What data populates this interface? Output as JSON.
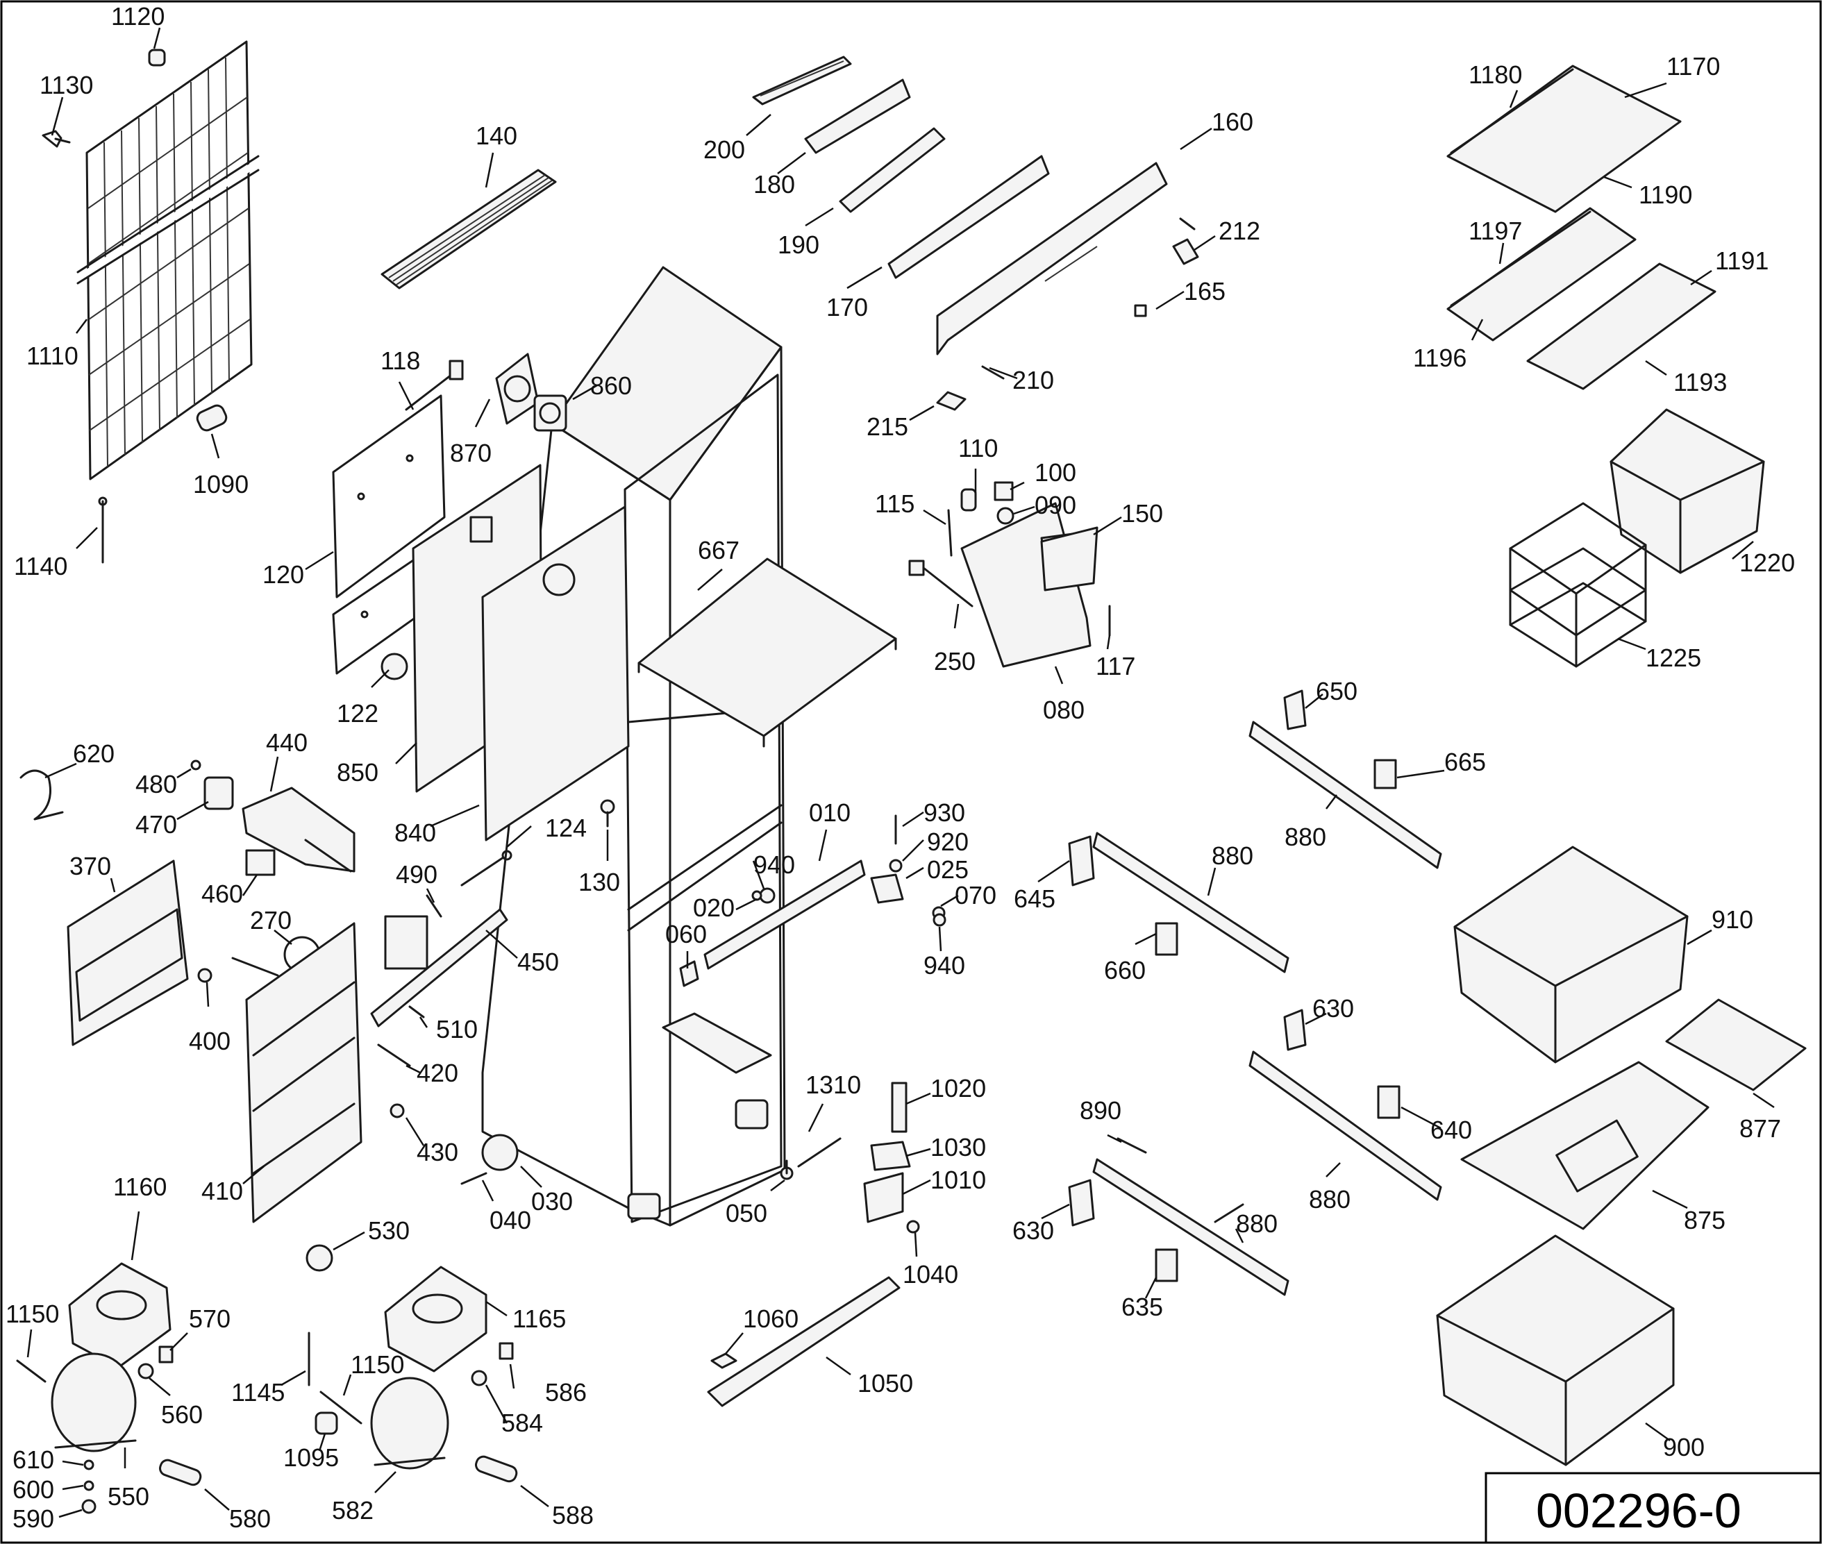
{
  "drawing": {
    "number": "002296-0"
  },
  "labels": {
    "l1120": "1120",
    "l1130": "1130",
    "l1110": "1110",
    "l1090": "1090",
    "l1140": "1140",
    "l140": "140",
    "l118": "118",
    "l870": "870",
    "l860": "860",
    "l120": "120",
    "l122": "122",
    "l850": "850",
    "l840": "840",
    "l124": "124",
    "l130": "130",
    "l667": "667",
    "l200": "200",
    "l180": "180",
    "l190": "190",
    "l170": "170",
    "l160": "160",
    "l212": "212",
    "l165": "165",
    "l210": "210",
    "l215": "215",
    "l110": "110",
    "l100": "100",
    "l090": "090",
    "l115": "115",
    "l150": "150",
    "l250": "250",
    "l117": "117",
    "l080": "080",
    "l1180": "1180",
    "l1170": "1170",
    "l1190": "1190",
    "l1197": "1197",
    "l1191": "1191",
    "l1196": "1196",
    "l1193": "1193",
    "l1220": "1220",
    "l1225": "1225",
    "l620": "620",
    "l440": "440",
    "l480": "480",
    "l470": "470",
    "l370": "370",
    "l460": "460",
    "l270": "270",
    "l400": "400",
    "l490": "490",
    "l450": "450",
    "l510": "510",
    "l420": "420",
    "l410": "410",
    "l430": "430",
    "l530": "530",
    "l040": "040",
    "l030": "030",
    "l010": "010",
    "l930": "930",
    "l920": "920",
    "l940a": "940",
    "l025": "025",
    "l070": "070",
    "l020": "020",
    "l060": "060",
    "l940b": "940",
    "l650": "650",
    "l665": "665",
    "l880a": "880",
    "l645": "645",
    "l880b": "880",
    "l660": "660",
    "l910": "910",
    "l630a": "630",
    "l640": "640",
    "l880c": "880",
    "l877": "877",
    "l890": "890",
    "l630b": "630",
    "l880d": "880",
    "l635": "635",
    "l875": "875",
    "l900": "900",
    "l1310": "1310",
    "l1020": "1020",
    "l1030": "1030",
    "l1010": "1010",
    "l050": "050",
    "l1040": "1040",
    "l1060": "1060",
    "l1050": "1050",
    "l1160": "1160",
    "l1150a": "1150",
    "l570": "570",
    "l560": "560",
    "l550": "550",
    "l610": "610",
    "l600": "600",
    "l590": "590",
    "l580": "580",
    "l1165": "1165",
    "l1145": "1145",
    "l1150b": "1150",
    "l586": "586",
    "l584": "584",
    "l1095": "1095",
    "l582": "582",
    "l588": "588"
  }
}
